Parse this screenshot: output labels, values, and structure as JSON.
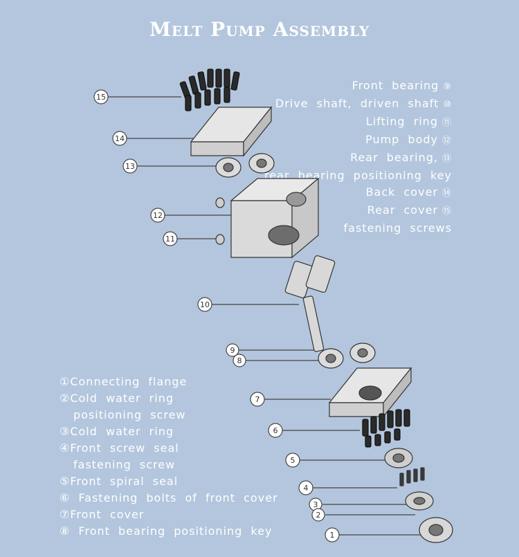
{
  "title": "Melt Pump Assembly",
  "legend_right": [
    {
      "text": "Front bearing",
      "num": "⑨"
    },
    {
      "text": "Drive shaft, driven shaft",
      "num": "⑩"
    },
    {
      "text": "Lifting ring",
      "num": "⑪"
    },
    {
      "text": "Pump body",
      "num": "⑫"
    },
    {
      "text": "Rear bearing,",
      "num": "⑬"
    },
    {
      "text": "rear bearing positioning key",
      "num": ""
    },
    {
      "text": "Back cover",
      "num": "⑭"
    },
    {
      "text": "Rear cover",
      "num": "⑮"
    },
    {
      "text": "fastening screws",
      "num": ""
    }
  ],
  "legend_left": [
    "①Connecting flange",
    "②Cold water ring",
    "positioning screw",
    "③Cold water ring",
    "④Front screw seal",
    "fastening screw",
    "⑤Front spiral seal",
    "⑥ Fastening bolts of front cover",
    "⑦Front cover",
    "⑧ Front bearing positioning key"
  ],
  "callouts": [
    "15",
    "14",
    "13",
    "12",
    "11",
    "10",
    "9",
    "8",
    "7",
    "6",
    "5",
    "4",
    "3",
    "2",
    "1"
  ]
}
